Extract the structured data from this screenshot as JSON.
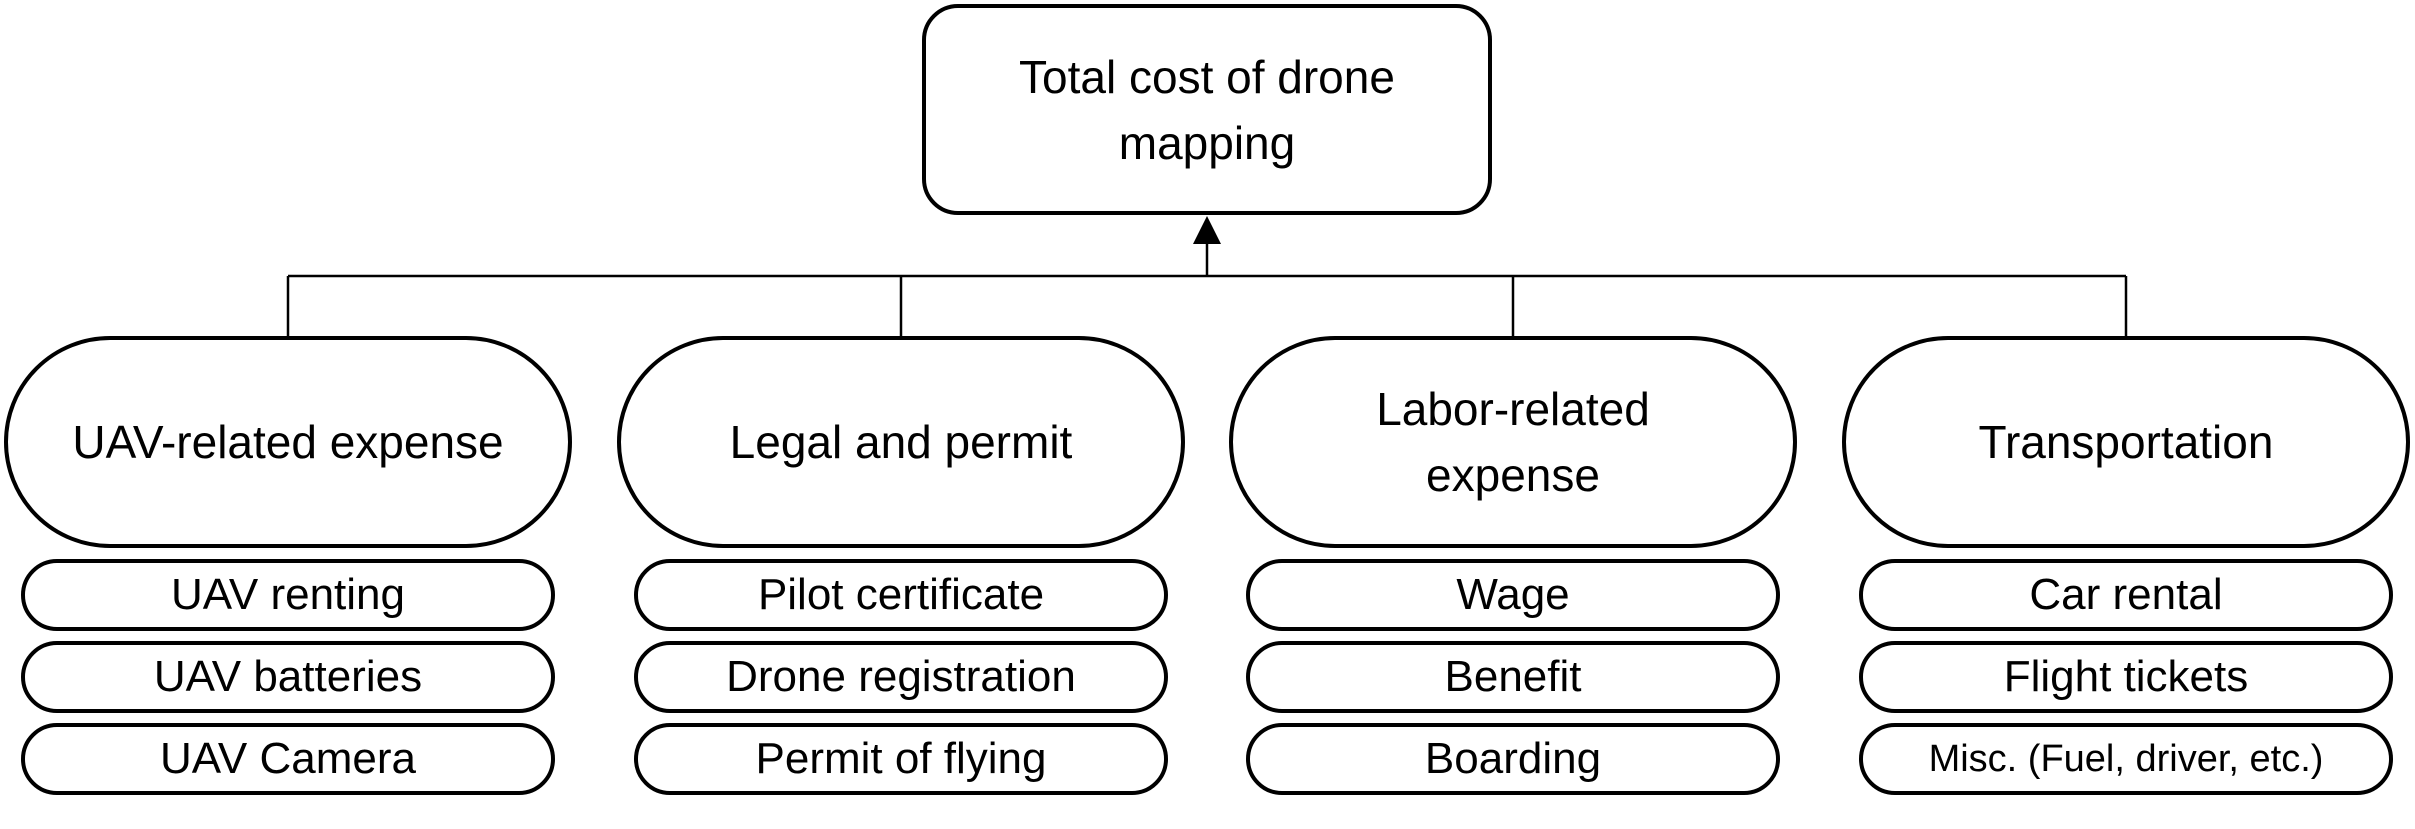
{
  "root": {
    "label": "Total cost of drone mapping"
  },
  "categories": [
    {
      "label": "UAV-related expense",
      "items": [
        "UAV renting",
        "UAV batteries",
        "UAV Camera"
      ]
    },
    {
      "label": "Legal and permit",
      "items": [
        "Pilot certificate",
        "Drone registration",
        "Permit of flying"
      ]
    },
    {
      "label": "Labor-related expense",
      "items": [
        "Wage",
        "Benefit",
        "Boarding"
      ]
    },
    {
      "label": "Transportation",
      "items": [
        "Car rental",
        "Flight tickets",
        "Misc. (Fuel, driver, etc.)"
      ]
    }
  ],
  "colors": {
    "line": "#000000",
    "box_fill": "#ffffff",
    "text": "#000000"
  }
}
